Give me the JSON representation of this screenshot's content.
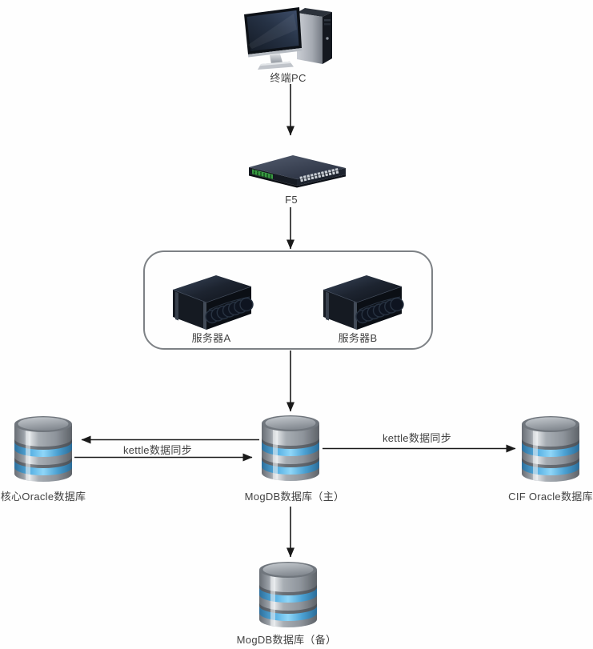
{
  "diagram": {
    "nodes": {
      "terminal_pc": {
        "label": "终端PC",
        "icon": "desktop-pc-icon"
      },
      "f5": {
        "label": "F5",
        "icon": "network-switch-icon"
      },
      "server_a": {
        "label": "服务器A",
        "icon": "rack-server-icon"
      },
      "server_b": {
        "label": "服务器B",
        "icon": "rack-server-icon"
      },
      "core_oracle_db": {
        "label": "核心Oracle数据库",
        "icon": "database-icon"
      },
      "mogdb_primary": {
        "label": "MogDB数据库（主）",
        "icon": "database-icon"
      },
      "cif_oracle_db": {
        "label": "CIF Oracle数据库",
        "icon": "database-icon"
      },
      "mogdb_standby": {
        "label": "MogDB数据库（备）",
        "icon": "database-icon"
      }
    },
    "edges": {
      "left_sync": {
        "label": "kettle数据同步"
      },
      "right_sync": {
        "label": "kettle数据同步"
      }
    },
    "colors": {
      "background": "#ffffff",
      "arrow": "#1a1a1a",
      "server_group_border": "#7d8185",
      "label_text": "#424242",
      "db_band_blue": "#4fa8dc",
      "switch_led_green": "#3a9a43",
      "screen_navy": "#263245"
    }
  }
}
